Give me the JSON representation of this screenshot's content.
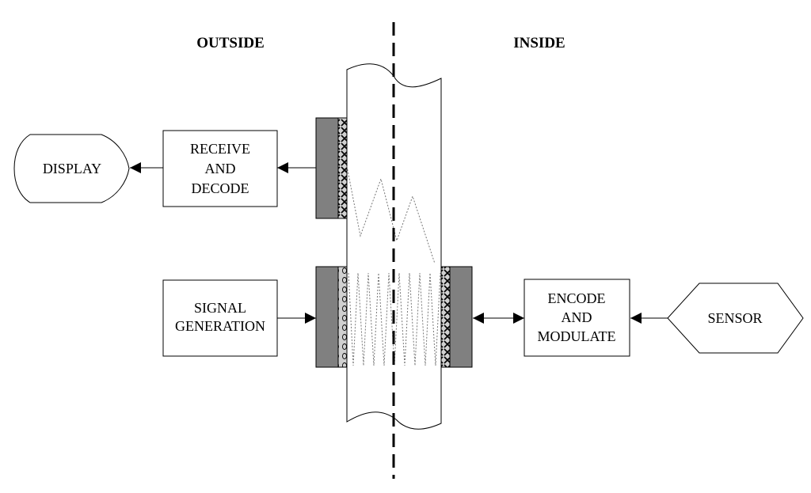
{
  "headers": {
    "outside": "OUTSIDE",
    "inside": "INSIDE"
  },
  "blocks": {
    "display": [
      "DISPLAY"
    ],
    "receive_decode": [
      "RECEIVE",
      "AND",
      "DECODE"
    ],
    "signal_generation": [
      "SIGNAL",
      "GENERATION"
    ],
    "encode_modulate": [
      "ENCODE",
      "AND",
      "MODULATE"
    ],
    "sensor": [
      "SENSOR"
    ]
  },
  "colors": {
    "transducer_fill": "#808080",
    "layer_fill": "#d0d0d0",
    "line": "#000000",
    "wave": "#777777"
  }
}
